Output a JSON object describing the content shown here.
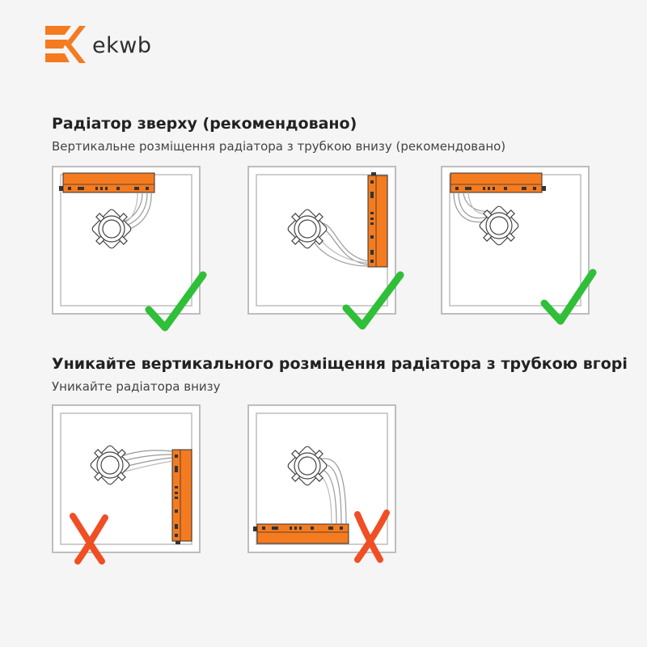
{
  "brand": {
    "logo_text": "ekwb",
    "accent_color": "#f47b20"
  },
  "section_recommended": {
    "title": "Радіатор зверху (рекомендовано)",
    "subtitle": "Вертикальне розміщення радіатора з трубкою внизу (рекомендовано)",
    "mark_color": "#2fbf38",
    "panels": [
      {
        "placement": "top",
        "status": "recommended"
      },
      {
        "placement": "right-vertical-tubes-bottom",
        "status": "recommended"
      },
      {
        "placement": "top",
        "status": "recommended"
      }
    ]
  },
  "section_avoid": {
    "title": "Уникайте вертикального розміщення радіатора з трубкою вгорі",
    "subtitle": "Уникайте радіатора внизу",
    "mark_color": "#f04e23",
    "panels": [
      {
        "placement": "right-vertical-tubes-top",
        "status": "avoid"
      },
      {
        "placement": "bottom",
        "status": "avoid"
      }
    ]
  },
  "icons": {
    "check": "check-mark-icon",
    "cross": "cross-mark-icon",
    "logo": "ekwb-logo-icon"
  }
}
